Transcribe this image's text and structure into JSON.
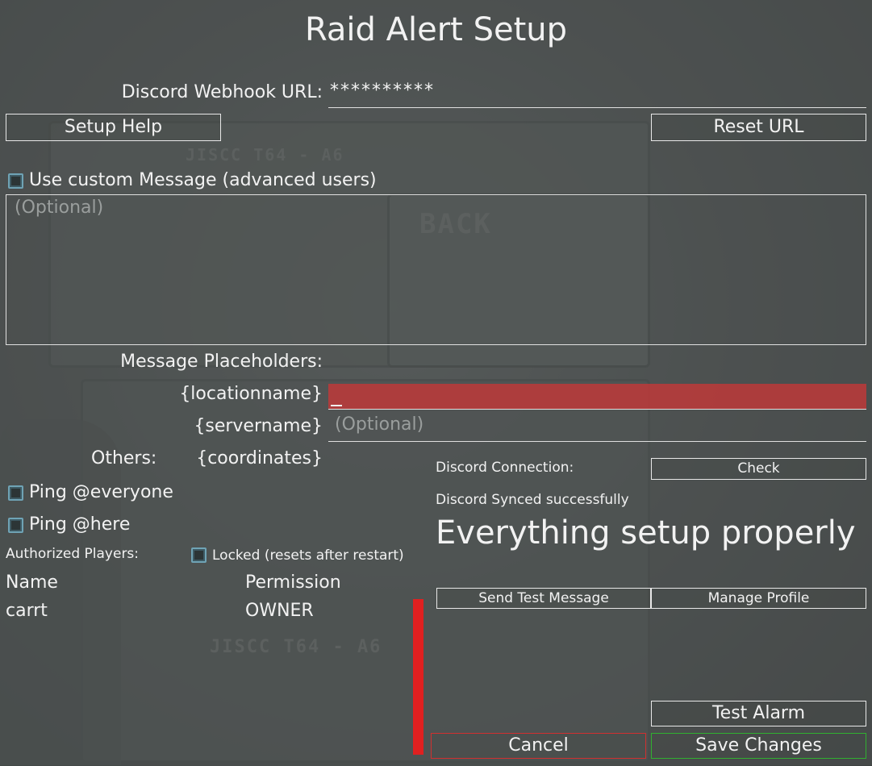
{
  "title": "Raid Alert Setup",
  "webhook": {
    "label": "Discord Webhook URL:",
    "value": "**********"
  },
  "buttons": {
    "setup_help": "Setup Help",
    "reset_url": "Reset URL",
    "check": "Check",
    "send_test": "Send Test Message",
    "manage_profile": "Manage Profile",
    "test_alarm": "Test Alarm",
    "cancel": "Cancel",
    "save": "Save Changes"
  },
  "custom_message": {
    "label": "Use custom Message (advanced users)",
    "placeholder": "(Optional)"
  },
  "placeholders": {
    "heading": "Message Placeholders:",
    "location_token": "{locationname}",
    "location_value": "_",
    "server_token": "{servername}",
    "server_placeholder": "(Optional)",
    "others_label": "Others:",
    "coordinates_token": "{coordinates}"
  },
  "ping": {
    "everyone": "Ping @everyone",
    "here": "Ping @here"
  },
  "authorized": {
    "label": "Authorized Players:",
    "locked": "Locked (resets after restart)",
    "columns": [
      "Name",
      "Permission"
    ],
    "rows": [
      {
        "name": "carrt",
        "permission": "OWNER"
      }
    ]
  },
  "discord": {
    "connection_label": "Discord Connection:",
    "status": "Discord Synced successfully",
    "summary": "Everything setup properly"
  },
  "colors": {
    "error_field": "#c83737",
    "cancel_border": "#d03030",
    "save_border": "#30b030",
    "scroll_bar": "#e02020"
  },
  "icons": [
    "checkbox"
  ]
}
